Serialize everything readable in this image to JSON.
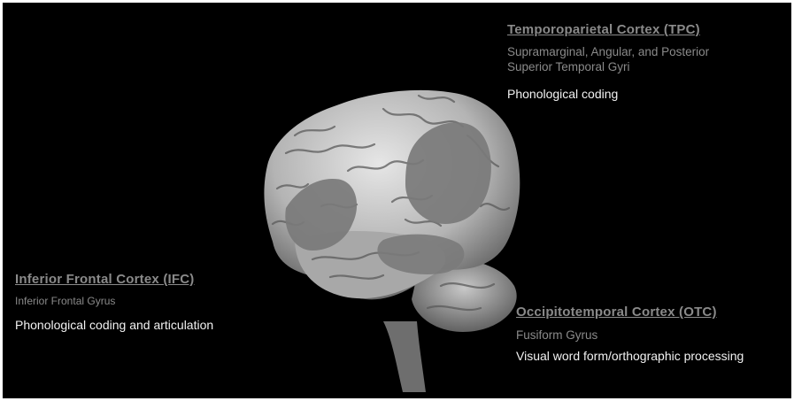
{
  "colors": {
    "background": "#000000",
    "brain_surface": "#bdbdbd",
    "region_highlight": "#7a7a7a",
    "title_text": "#8a8a8a",
    "function_text": "#f2f2f2"
  },
  "regions": {
    "tpc": {
      "title": "Temporoparietal Cortex (TPC)",
      "structures": "Supramarginal, Angular, and Posterior Superior Temporal Gyri",
      "function": "Phonological coding"
    },
    "ifc": {
      "title": "Inferior Frontal Cortex (IFC)",
      "structures": "Inferior Frontal Gyrus",
      "function": "Phonological coding and articulation"
    },
    "otc": {
      "title": "Occipitotemporal Cortex (OTC)",
      "structures": "Fusiform Gyrus",
      "function": "Visual word form/orthographic processing"
    }
  }
}
